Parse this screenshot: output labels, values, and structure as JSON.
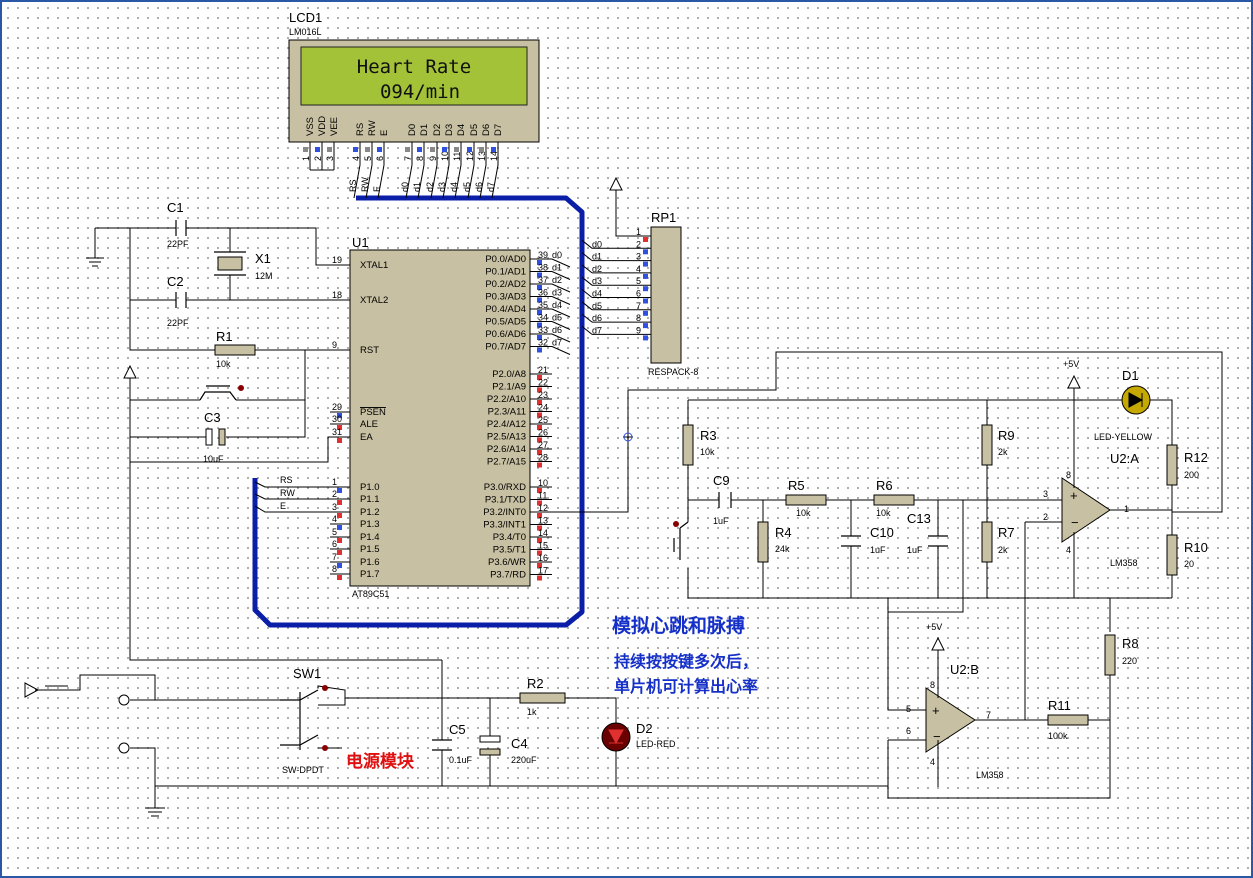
{
  "lcd": {
    "ref": "LCD1",
    "model": "LM016L",
    "line1": "Heart Rate",
    "line2": "094/min",
    "pins": [
      "VSS",
      "VDD",
      "VEE",
      "RS",
      "RW",
      "E",
      "D0",
      "D1",
      "D2",
      "D3",
      "D4",
      "D5",
      "D6",
      "D7"
    ],
    "pin_numbers": [
      "1",
      "2",
      "3",
      "4",
      "5",
      "6",
      "7",
      "8",
      "9",
      "10",
      "11",
      "12",
      "13",
      "14"
    ],
    "bus_labels": [
      "RS",
      "RW",
      "E",
      "d0",
      "d1",
      "d2",
      "d3",
      "d4",
      "d5",
      "d6",
      "d7"
    ]
  },
  "mcu": {
    "ref": "U1",
    "model": "AT89C51",
    "left_pins": [
      {
        "name": "XTAL1",
        "num": "19"
      },
      {
        "name": "XTAL2",
        "num": "18"
      },
      {
        "name": "RST",
        "num": "9"
      },
      {
        "name": "PSEN",
        "num": "29"
      },
      {
        "name": "ALE",
        "num": "30"
      },
      {
        "name": "EA",
        "num": "31"
      },
      {
        "name": "P1.0",
        "num": "1"
      },
      {
        "name": "P1.1",
        "num": "2"
      },
      {
        "name": "P1.2",
        "num": "3"
      },
      {
        "name": "P1.3",
        "num": "4"
      },
      {
        "name": "P1.4",
        "num": "5"
      },
      {
        "name": "P1.5",
        "num": "6"
      },
      {
        "name": "P1.6",
        "num": "7"
      },
      {
        "name": "P1.7",
        "num": "8"
      }
    ],
    "port0": [
      {
        "name": "P0.0/AD0",
        "num": "39",
        "net": "d0"
      },
      {
        "name": "P0.1/AD1",
        "num": "38",
        "net": "d1"
      },
      {
        "name": "P0.2/AD2",
        "num": "37",
        "net": "d2"
      },
      {
        "name": "P0.3/AD3",
        "num": "36",
        "net": "d3"
      },
      {
        "name": "P0.4/AD4",
        "num": "35",
        "net": "d4"
      },
      {
        "name": "P0.5/AD5",
        "num": "34",
        "net": "d5"
      },
      {
        "name": "P0.6/AD6",
        "num": "33",
        "net": "d6"
      },
      {
        "name": "P0.7/AD7",
        "num": "32",
        "net": "d7"
      }
    ],
    "port2": [
      {
        "name": "P2.0/A8",
        "num": "21"
      },
      {
        "name": "P2.1/A9",
        "num": "22"
      },
      {
        "name": "P2.2/A10",
        "num": "23"
      },
      {
        "name": "P2.3/A11",
        "num": "24"
      },
      {
        "name": "P2.4/A12",
        "num": "25"
      },
      {
        "name": "P2.5/A13",
        "num": "26"
      },
      {
        "name": "P2.6/A14",
        "num": "27"
      },
      {
        "name": "P2.7/A15",
        "num": "28"
      }
    ],
    "port3": [
      {
        "name": "P3.0/RXD",
        "num": "10"
      },
      {
        "name": "P3.1/TXD",
        "num": "11"
      },
      {
        "name": "P3.2/INT0",
        "num": "12"
      },
      {
        "name": "P3.3/INT1",
        "num": "13"
      },
      {
        "name": "P3.4/T0",
        "num": "14"
      },
      {
        "name": "P3.5/T1",
        "num": "15"
      },
      {
        "name": "P3.6/WR",
        "num": "16"
      },
      {
        "name": "P3.7/RD",
        "num": "17"
      }
    ],
    "p1_nets": [
      "RS",
      "RW",
      "E"
    ]
  },
  "rp1": {
    "ref": "RP1",
    "model": "RESPACK-8",
    "pins": [
      "1",
      "2",
      "3",
      "4",
      "5",
      "6",
      "7",
      "8",
      "9"
    ],
    "nets": [
      "d0",
      "d1",
      "d2",
      "d3",
      "d4",
      "d5",
      "d6",
      "d7"
    ]
  },
  "parts": {
    "c1": {
      "ref": "C1",
      "value": "22PF"
    },
    "c2": {
      "ref": "C2",
      "value": "22PF"
    },
    "x1": {
      "ref": "X1",
      "value": "12M"
    },
    "r1": {
      "ref": "R1",
      "value": "10k"
    },
    "c3": {
      "ref": "C3",
      "value": "10uF"
    },
    "r3": {
      "ref": "R3",
      "value": "10k"
    },
    "c9": {
      "ref": "C9",
      "value": "1uF"
    },
    "r5": {
      "ref": "R5",
      "value": "10k"
    },
    "r4": {
      "ref": "R4",
      "value": "24k"
    },
    "r6": {
      "ref": "R6",
      "value": "10k"
    },
    "c10": {
      "ref": "C10",
      "value": "1uF"
    },
    "c13": {
      "ref": "C13",
      "value": "1uF"
    },
    "r9": {
      "ref": "R9",
      "value": "2k"
    },
    "r7": {
      "ref": "R7",
      "value": "2k"
    },
    "d1": {
      "ref": "D1",
      "value": "LED-YELLOW"
    },
    "r12": {
      "ref": "R12",
      "value": "200"
    },
    "r10": {
      "ref": "R10",
      "value": "20"
    },
    "u2a": {
      "ref": "U2:A",
      "value": "LM358"
    },
    "u2b": {
      "ref": "U2:B",
      "value": "LM358"
    },
    "r8": {
      "ref": "R8",
      "value": "220"
    },
    "r11": {
      "ref": "R11",
      "value": "100k"
    },
    "sw1": {
      "ref": "SW1",
      "value": "SW-DPDT"
    },
    "r2": {
      "ref": "R2",
      "value": "1k"
    },
    "c5": {
      "ref": "C5",
      "value": "0.1uF"
    },
    "c4": {
      "ref": "C4",
      "value": "220uF"
    },
    "d2": {
      "ref": "D2",
      "value": "LED-RED"
    }
  },
  "supply_label": "+5V",
  "opamp_pins": {
    "a": {
      "in_p": "3",
      "in_n": "2",
      "out": "1",
      "vcc": "8",
      "gnd": "4"
    },
    "b": {
      "in_p": "5",
      "in_n": "6",
      "out": "7",
      "vcc": "8",
      "gnd": "4"
    }
  },
  "annotations": {
    "title": "模拟心跳和脉搏",
    "line1": "持续按按键多次后，",
    "line2": "单片机可计算出心率",
    "power": "电源模块"
  },
  "colors": {
    "wire": "#000000",
    "bus": "#0a1ea8",
    "component_body": "#c8c0a2",
    "lcd_screen": "#a4c238",
    "annotation_blue": "#1530c8",
    "annotation_red": "#e01010",
    "pin_red": "#e03030",
    "pin_blue": "#3050e0"
  }
}
